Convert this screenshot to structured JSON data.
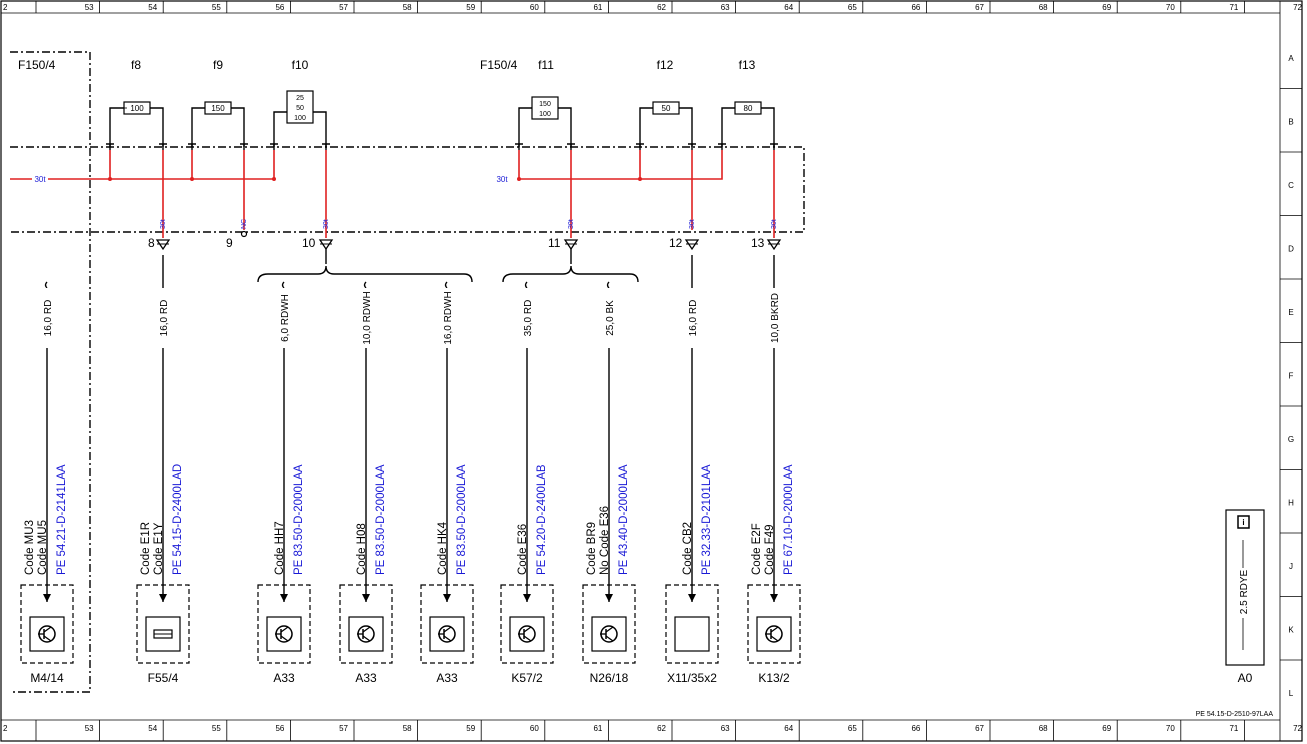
{
  "grid": {
    "columns": [
      "53",
      "54",
      "55",
      "56",
      "57",
      "58",
      "59",
      "60",
      "61",
      "62",
      "63",
      "64",
      "65",
      "66",
      "67",
      "68",
      "69",
      "70",
      "71",
      "72"
    ],
    "rows": [
      "A",
      "B",
      "C",
      "D",
      "E",
      "F",
      "G",
      "H",
      "J",
      "K",
      "L"
    ],
    "edge_col_left": "2"
  },
  "modules": {
    "left": "F150/4",
    "right": "F150/4"
  },
  "fuses": [
    {
      "id": "f8",
      "rating": [
        "100"
      ]
    },
    {
      "id": "f9",
      "rating": [
        "150"
      ]
    },
    {
      "id": "f10",
      "rating": [
        "25",
        "50",
        "100"
      ]
    },
    {
      "id": "f11",
      "rating": [
        "150",
        "100"
      ]
    },
    {
      "id": "f12",
      "rating": [
        "50"
      ]
    },
    {
      "id": "f13",
      "rating": [
        "80"
      ]
    }
  ],
  "bus_labels": [
    "30t",
    "30t"
  ],
  "pin_labels": [
    "30t",
    "NC",
    "30t",
    "30t",
    "30t",
    "30t"
  ],
  "connectors": [
    "8",
    "9",
    "10",
    "11",
    "12",
    "13"
  ],
  "wires": [
    "16,0 RD",
    "16,0 RD",
    "6,0 RDWH",
    "10,0 RDWH",
    "16,0 RDWH",
    "35,0 RD",
    "25,0 BK",
    "16,0 RD",
    "10,0 BKRD"
  ],
  "codes": [
    {
      "lines": [
        "Code MU3",
        "Code MU5"
      ],
      "ref": "PE 54.21-D-2141LAA"
    },
    {
      "lines": [
        "Code E1R",
        "Code E1Y"
      ],
      "ref": "PE 54.15-D-2400LAD"
    },
    {
      "lines": [
        "Code HH7"
      ],
      "ref": "PE 83.50-D-2000LAA"
    },
    {
      "lines": [
        "Code H08"
      ],
      "ref": "PE 83.50-D-2000LAA"
    },
    {
      "lines": [
        "Code HK4"
      ],
      "ref": "PE 83.50-D-2000LAA"
    },
    {
      "lines": [
        "Code E36"
      ],
      "ref": "PE 54.20-D-2400LAB"
    },
    {
      "lines": [
        "Code BR9",
        "No Code E36"
      ],
      "ref": "PE 43.40-D-2000LAA"
    },
    {
      "lines": [
        "Code CB2"
      ],
      "ref": "PE 32.33-D-2101LAA"
    },
    {
      "lines": [
        "Code E2F",
        "Code F49"
      ],
      "ref": "PE 67.10-D-2000LAA"
    }
  ],
  "components": [
    "M4/14",
    "F55/4",
    "A33",
    "A33",
    "A33",
    "K57/2",
    "N26/18",
    "X11/35x2",
    "K13/2"
  ],
  "ground_box": {
    "wire": "2.5 RDYE",
    "label": "A0",
    "icon": "info-icon"
  },
  "doc_ref": "PE 54.15-D-2510-97LAA",
  "colors": {
    "wire_red": "#e02020",
    "ref_blue": "#1a1ad6",
    "line": "#000000"
  }
}
